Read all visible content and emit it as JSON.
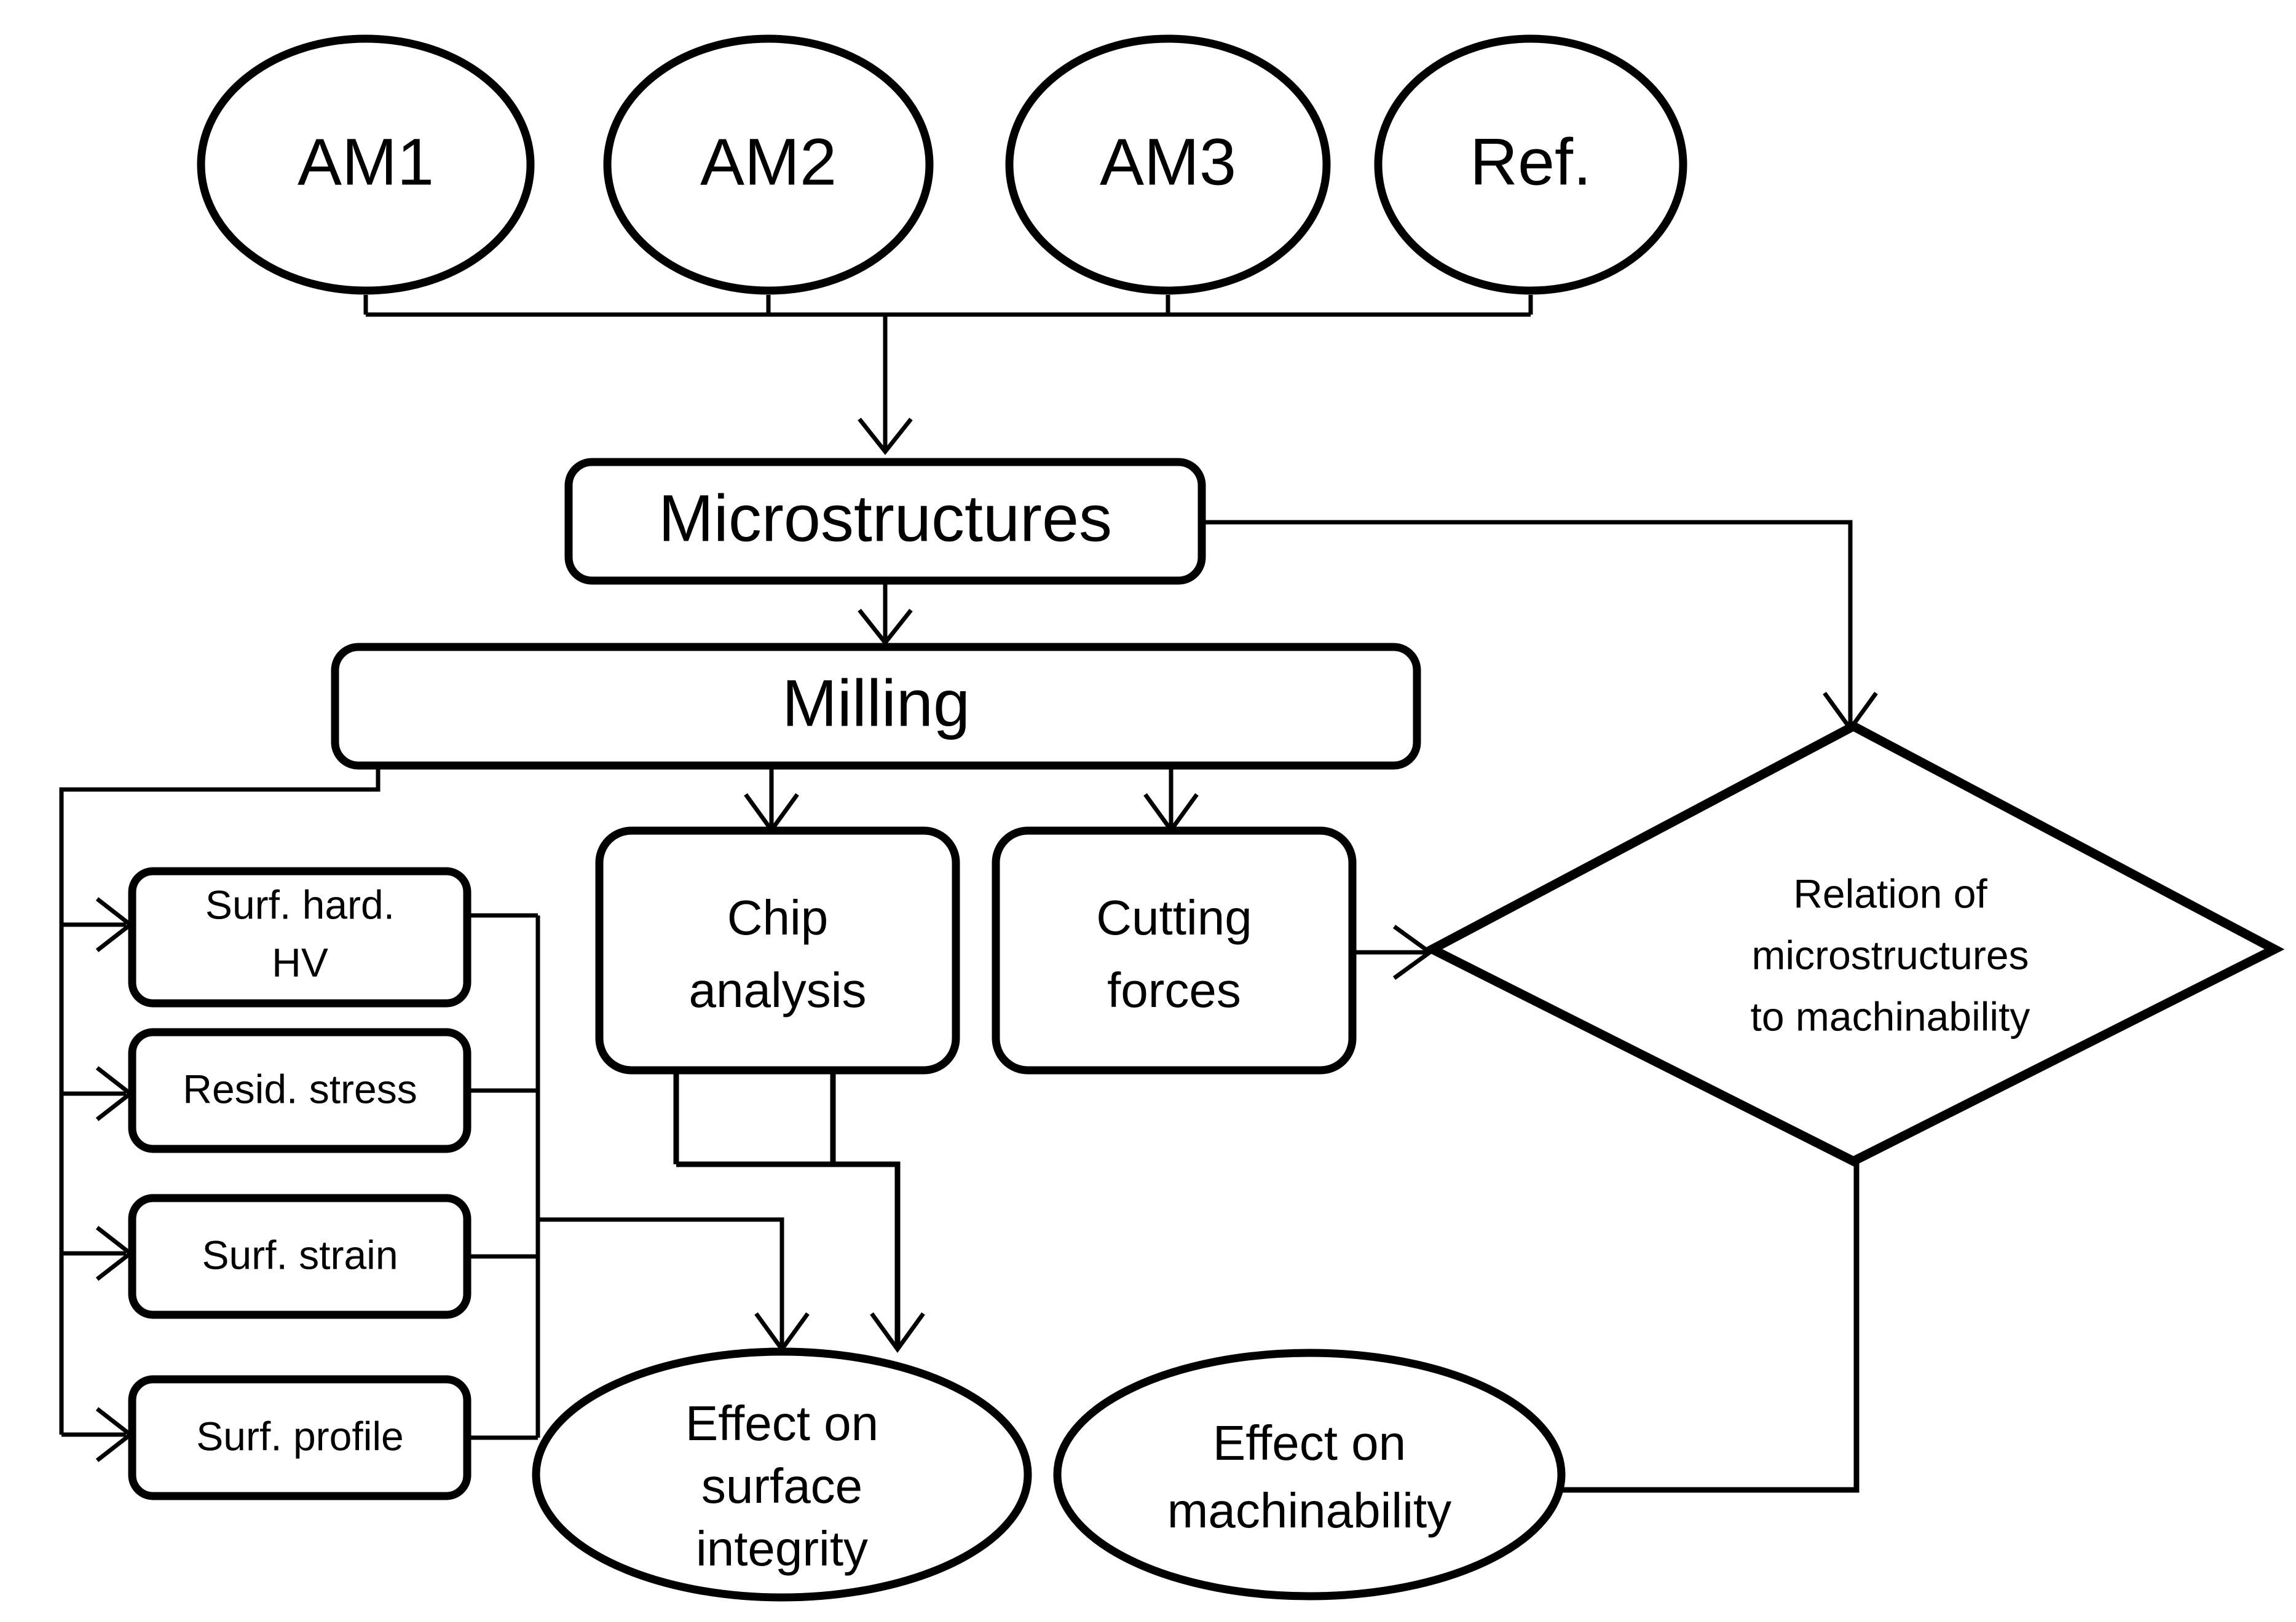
{
  "diagram": {
    "title_present": false,
    "background_color": "#ffffff",
    "line_color": "#000000",
    "sources": [
      {
        "id": "am1",
        "label": "AM1",
        "shape": "ellipse"
      },
      {
        "id": "am2",
        "label": "AM2",
        "shape": "ellipse"
      },
      {
        "id": "am3",
        "label": "AM3",
        "shape": "ellipse"
      },
      {
        "id": "ref",
        "label": "Ref.",
        "shape": "ellipse"
      }
    ],
    "process": {
      "microstructures": {
        "label": "Microstructures",
        "shape": "rounded-rect"
      },
      "milling": {
        "label": "Milling",
        "shape": "rounded-rect"
      }
    },
    "surface_measures": [
      {
        "id": "surf-hard",
        "line1": "Surf. hard.",
        "line2": "HV",
        "shape": "rounded-rect"
      },
      {
        "id": "resid-stress",
        "line1": "Resid. stress",
        "line2": "",
        "shape": "rounded-rect"
      },
      {
        "id": "surf-strain",
        "line1": "Surf. strain",
        "line2": "",
        "shape": "rounded-rect"
      },
      {
        "id": "surf-profile",
        "line1": "Surf. profile",
        "line2": "",
        "shape": "rounded-rect"
      }
    ],
    "milling_measures": [
      {
        "id": "chip-analysis",
        "line1": "Chip",
        "line2": "analysis",
        "shape": "rounded-rect"
      },
      {
        "id": "cutting-forces",
        "line1": "Cutting",
        "line2": "forces",
        "shape": "rounded-rect"
      }
    ],
    "decision": {
      "id": "relation",
      "line1": "Relation of",
      "line2": "microstructures",
      "line3": "to machinability",
      "shape": "diamond"
    },
    "outcomes": [
      {
        "id": "effect-surface-integrity",
        "line1": "Effect on",
        "line2": "surface",
        "line3": "integrity",
        "shape": "ellipse"
      },
      {
        "id": "effect-machinability",
        "line1": "Effect on",
        "line2": "machinability",
        "line3": "",
        "shape": "ellipse"
      }
    ],
    "edges": [
      {
        "from": "am1",
        "to": "microstructures"
      },
      {
        "from": "am2",
        "to": "microstructures"
      },
      {
        "from": "am3",
        "to": "microstructures"
      },
      {
        "from": "ref",
        "to": "microstructures"
      },
      {
        "from": "microstructures",
        "to": "milling"
      },
      {
        "from": "microstructures",
        "to": "relation"
      },
      {
        "from": "milling",
        "to": "surf-hard"
      },
      {
        "from": "milling",
        "to": "resid-stress"
      },
      {
        "from": "milling",
        "to": "surf-strain"
      },
      {
        "from": "milling",
        "to": "surf-profile"
      },
      {
        "from": "milling",
        "to": "chip-analysis"
      },
      {
        "from": "milling",
        "to": "cutting-forces"
      },
      {
        "from": "surface-measures",
        "to": "effect-surface-integrity"
      },
      {
        "from": "chip-analysis",
        "to": "effect-machinability"
      },
      {
        "from": "cutting-forces",
        "to": "relation"
      },
      {
        "from": "relation",
        "to": "effect-machinability"
      }
    ]
  }
}
